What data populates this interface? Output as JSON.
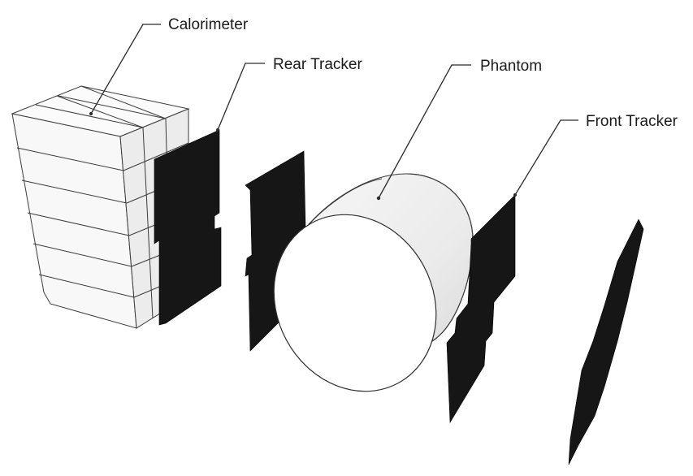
{
  "labels": {
    "calorimeter": "Calorimeter",
    "rear_tracker": "Rear Tracker",
    "phantom": "Phantom",
    "front_tracker": "Front Tracker"
  },
  "colors": {
    "plate": "#161616",
    "calorimeter_front": "#f7f7f7",
    "calorimeter_side": "#e9e9e9",
    "phantom_body": "#eeeeee",
    "phantom_face": "#ffffff"
  }
}
